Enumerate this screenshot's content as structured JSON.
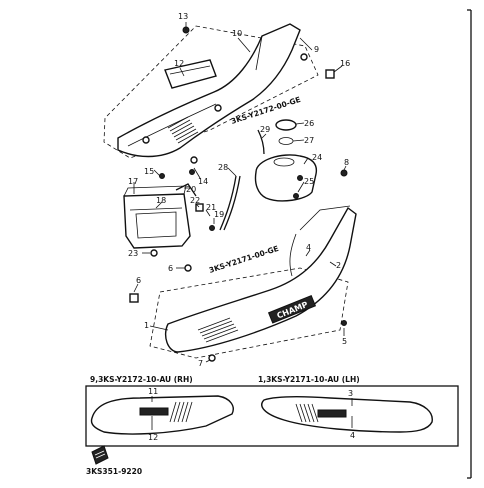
{
  "callouts": {
    "c13": "13",
    "c10": "10",
    "c9": "9",
    "c12": "12",
    "c16": "16",
    "c14a": "14",
    "c26": "26",
    "c29": "29",
    "c27": "27",
    "c24": "24",
    "c28": "28",
    "c15": "15",
    "c14b": "14",
    "c8": "8",
    "c25": "25",
    "c17": "17",
    "c20": "20",
    "c18": "18",
    "c22": "22",
    "c21": "21",
    "c19": "19",
    "c23": "23",
    "c6a": "6",
    "c4": "4",
    "c2": "2",
    "c6b": "6",
    "c1": "1",
    "c5": "5",
    "c7": "7",
    "bl11": "11",
    "bl12": "12",
    "br3": "3",
    "br4": "4"
  },
  "codes": {
    "upper_assy": "3KS-Y2172-00-GE",
    "lower_assy": "3KS-Y2171-00-GE"
  },
  "inset": {
    "rh_caption": "9,3KS-Y2172-10-AU (RH)",
    "lh_caption": "1,3KS-Y2171-10-AU (LH)"
  },
  "figure_id": "3KS351-9220",
  "decals": {
    "logo_text": "CHAMP"
  },
  "colors": {
    "ink": "#111111",
    "paper": "#ffffff"
  }
}
